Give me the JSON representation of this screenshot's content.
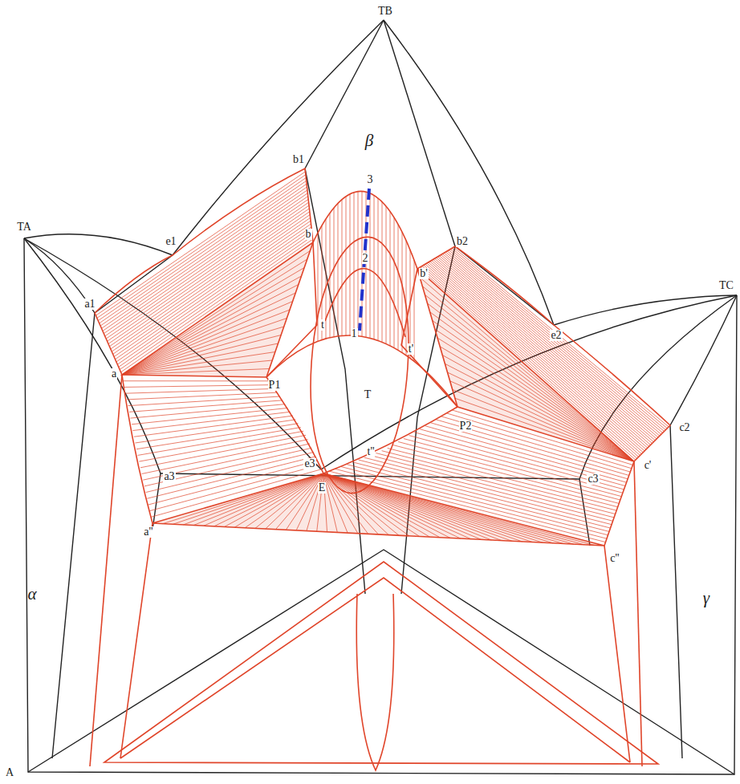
{
  "diagram": {
    "labels": [
      "TB",
      "β",
      "b1",
      "b",
      "3",
      "2",
      "1",
      "b'",
      "b2",
      "TA",
      "e1",
      "a1",
      "t",
      "a",
      "P1",
      "TC",
      "e2",
      "t'",
      "T",
      "P2",
      "c2",
      "e3",
      "a3",
      "t''",
      "E",
      "c'",
      "c3",
      "a''",
      "c''",
      "α",
      "γ",
      "A"
    ]
  }
}
